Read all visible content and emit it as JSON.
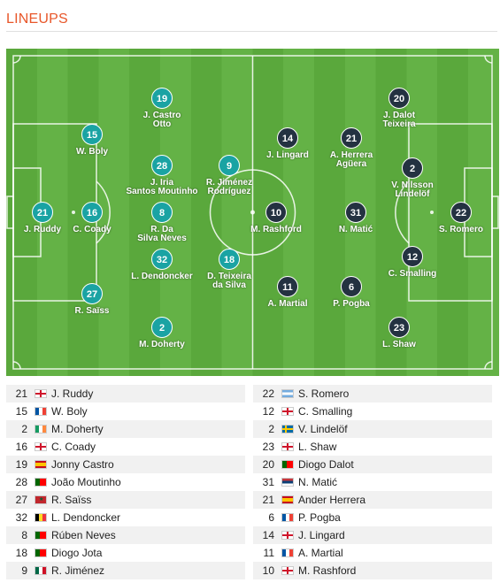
{
  "header": {
    "title": "LINEUPS"
  },
  "colors": {
    "accent": "#e8572a",
    "home_marker": "#1aa3a3",
    "away_marker": "#243241",
    "pitch": "#5aa83c"
  },
  "pitch_players": [
    {
      "team": "home",
      "number": "21",
      "name": "J. Ruddy"
    },
    {
      "team": "home",
      "number": "15",
      "name": "W. Boly"
    },
    {
      "team": "home",
      "number": "16",
      "name": "C. Coady"
    },
    {
      "team": "home",
      "number": "27",
      "name": "R. Saïss"
    },
    {
      "team": "home",
      "number": "19",
      "name": "J. Castro\nOtto"
    },
    {
      "team": "home",
      "number": "28",
      "name": "J. Iria\nSantos Moutinho"
    },
    {
      "team": "home",
      "number": "8",
      "name": "R. Da\nSilva Neves"
    },
    {
      "team": "home",
      "number": "32",
      "name": "L. Dendoncker"
    },
    {
      "team": "home",
      "number": "2",
      "name": "M. Doherty"
    },
    {
      "team": "home",
      "number": "9",
      "name": "R. Jiménez\nRodríguez"
    },
    {
      "team": "home",
      "number": "18",
      "name": "D. Teixeira\nda Silva"
    },
    {
      "team": "away",
      "number": "22",
      "name": "S. Romero"
    },
    {
      "team": "away",
      "number": "2",
      "name": "V. Nilsson\nLindelöf"
    },
    {
      "team": "away",
      "number": "12",
      "name": "C. Smalling"
    },
    {
      "team": "away",
      "number": "20",
      "name": "J. Dalot\nTeixeira"
    },
    {
      "team": "away",
      "number": "23",
      "name": "L. Shaw"
    },
    {
      "team": "away",
      "number": "21",
      "name": "A. Herrera\nAgüera"
    },
    {
      "team": "away",
      "number": "31",
      "name": "N. Matić"
    },
    {
      "team": "away",
      "number": "6",
      "name": "P. Pogba"
    },
    {
      "team": "away",
      "number": "14",
      "name": "J. Lingard"
    },
    {
      "team": "away",
      "number": "10",
      "name": "M. Rashford"
    },
    {
      "team": "away",
      "number": "11",
      "name": "A. Martial"
    }
  ],
  "home_list": [
    {
      "number": "21",
      "name": "J. Ruddy",
      "flag": "england"
    },
    {
      "number": "15",
      "name": "W. Boly",
      "flag": "france"
    },
    {
      "number": "2",
      "name": "M. Doherty",
      "flag": "ireland"
    },
    {
      "number": "16",
      "name": "C. Coady",
      "flag": "england"
    },
    {
      "number": "19",
      "name": "Jonny Castro",
      "flag": "spain"
    },
    {
      "number": "28",
      "name": "João Moutinho",
      "flag": "portugal"
    },
    {
      "number": "27",
      "name": "R. Saïss",
      "flag": "morocco"
    },
    {
      "number": "32",
      "name": "L. Dendoncker",
      "flag": "belgium"
    },
    {
      "number": "8",
      "name": "Rúben Neves",
      "flag": "portugal"
    },
    {
      "number": "18",
      "name": "Diogo Jota",
      "flag": "portugal"
    },
    {
      "number": "9",
      "name": "R. Jiménez",
      "flag": "mexico"
    }
  ],
  "away_list": [
    {
      "number": "22",
      "name": "S. Romero",
      "flag": "argentina"
    },
    {
      "number": "12",
      "name": "C. Smalling",
      "flag": "england"
    },
    {
      "number": "2",
      "name": "V. Lindelöf",
      "flag": "sweden"
    },
    {
      "number": "23",
      "name": "L. Shaw",
      "flag": "england"
    },
    {
      "number": "20",
      "name": "Diogo Dalot",
      "flag": "portugal"
    },
    {
      "number": "31",
      "name": "N. Matić",
      "flag": "serbia"
    },
    {
      "number": "21",
      "name": "Ander Herrera",
      "flag": "spain"
    },
    {
      "number": "6",
      "name": "P. Pogba",
      "flag": "france"
    },
    {
      "number": "14",
      "name": "J. Lingard",
      "flag": "england"
    },
    {
      "number": "11",
      "name": "A. Martial",
      "flag": "france"
    },
    {
      "number": "10",
      "name": "M. Rashford",
      "flag": "england"
    }
  ]
}
